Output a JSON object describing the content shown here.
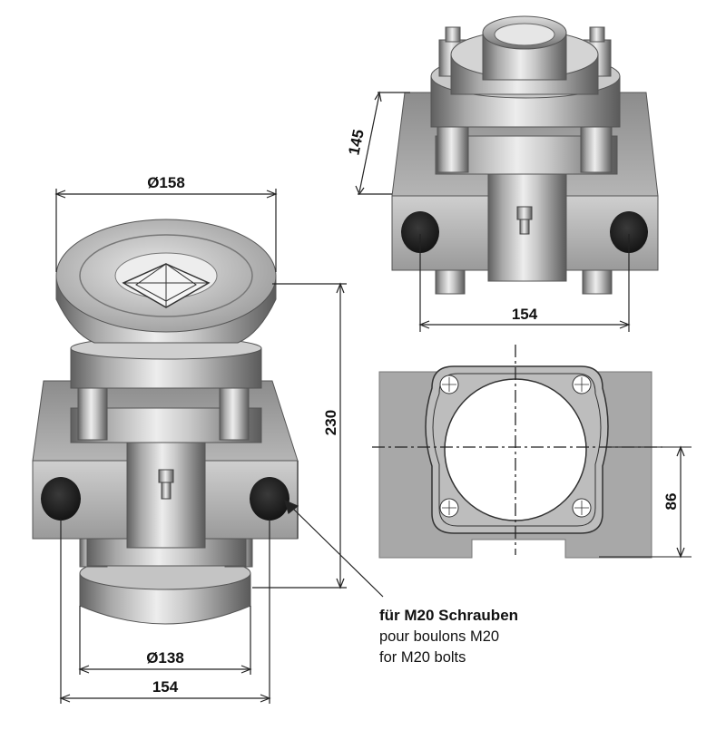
{
  "dimensions": {
    "flange_diameter": "Ø158",
    "hub_diameter": "Ø138",
    "width_front": "154",
    "width_top": "154",
    "total_height": "230",
    "body_height": "145",
    "bolt_spacing": "86"
  },
  "caption": {
    "de": "für M20 Schrauben",
    "fr": "pour boulons M20",
    "en": "for M20 bolts"
  }
}
